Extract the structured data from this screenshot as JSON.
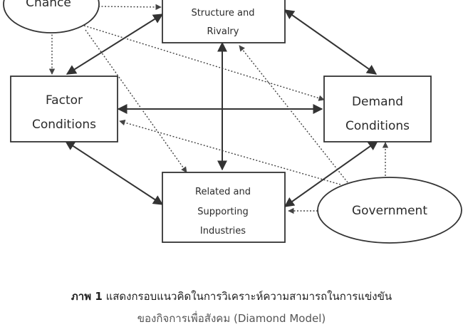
{
  "nodes": {
    "chance": {
      "label": "Chance"
    },
    "strategy": {
      "lines": [
        "Structure and",
        "Rivalry"
      ]
    },
    "factor": {
      "lines": [
        "Factor",
        "Conditions"
      ]
    },
    "demand": {
      "lines": [
        "Demand",
        "Conditions"
      ]
    },
    "related": {
      "lines": [
        "Related and",
        "Supporting",
        "Industries"
      ]
    },
    "government": {
      "label": "Government"
    }
  },
  "caption": {
    "label": "ภาพ 1",
    "text": "แสดงกรอบแนวคิดในการวิเคราะห์ความสามารถในการแข่งขัน",
    "line2": "ของกิจการเพื่อสังคม (Diamond Model)"
  },
  "colors": {
    "line": "#333333",
    "box_border": "#333333"
  }
}
